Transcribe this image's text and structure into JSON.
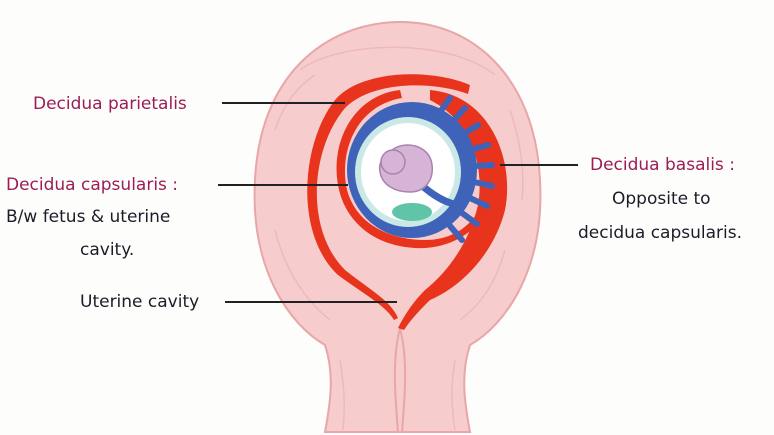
{
  "labels": {
    "decidua_parietalis": "Decidua parietalis",
    "decidua_capsularis": "Decidua capsularis :",
    "capsularis_note_line1": "B/w fetus & uterine",
    "capsularis_note_line2": "cavity.",
    "uterine_cavity": "Uterine cavity",
    "decidua_basalis": "Decidua basalis :",
    "basalis_note_line1": "Opposite to",
    "basalis_note_line2": "decidua capsularis."
  },
  "colors": {
    "uterine_wall": "#f6cccd",
    "decidua": "#e8341c",
    "chorion": "#3e63b8",
    "amnion": "#c9e8e6",
    "fetus": "#d6b4d8",
    "accent_text": "#9c1d55",
    "body_text": "#1c1c28",
    "pointer_line": "#222222"
  }
}
